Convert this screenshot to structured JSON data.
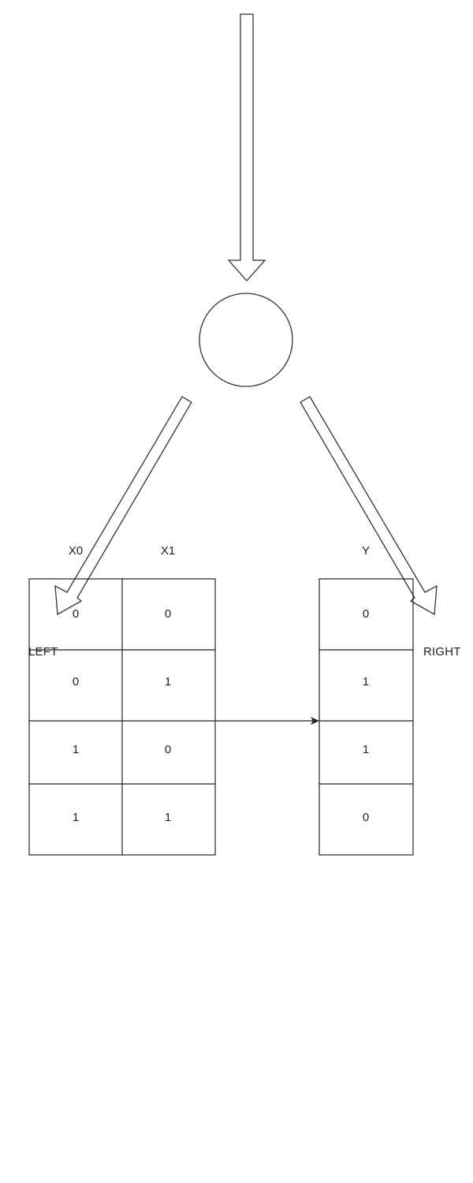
{
  "labels": {
    "left": "LEFT",
    "right": "RIGHT"
  },
  "table_inputs": {
    "headers": [
      "X0",
      "X1"
    ],
    "rows": [
      [
        "0",
        "0"
      ],
      [
        "0",
        "1"
      ],
      [
        "1",
        "0"
      ],
      [
        "1",
        "1"
      ]
    ]
  },
  "table_output": {
    "header": "Y",
    "values": [
      "0",
      "1",
      "1",
      "0"
    ]
  }
}
